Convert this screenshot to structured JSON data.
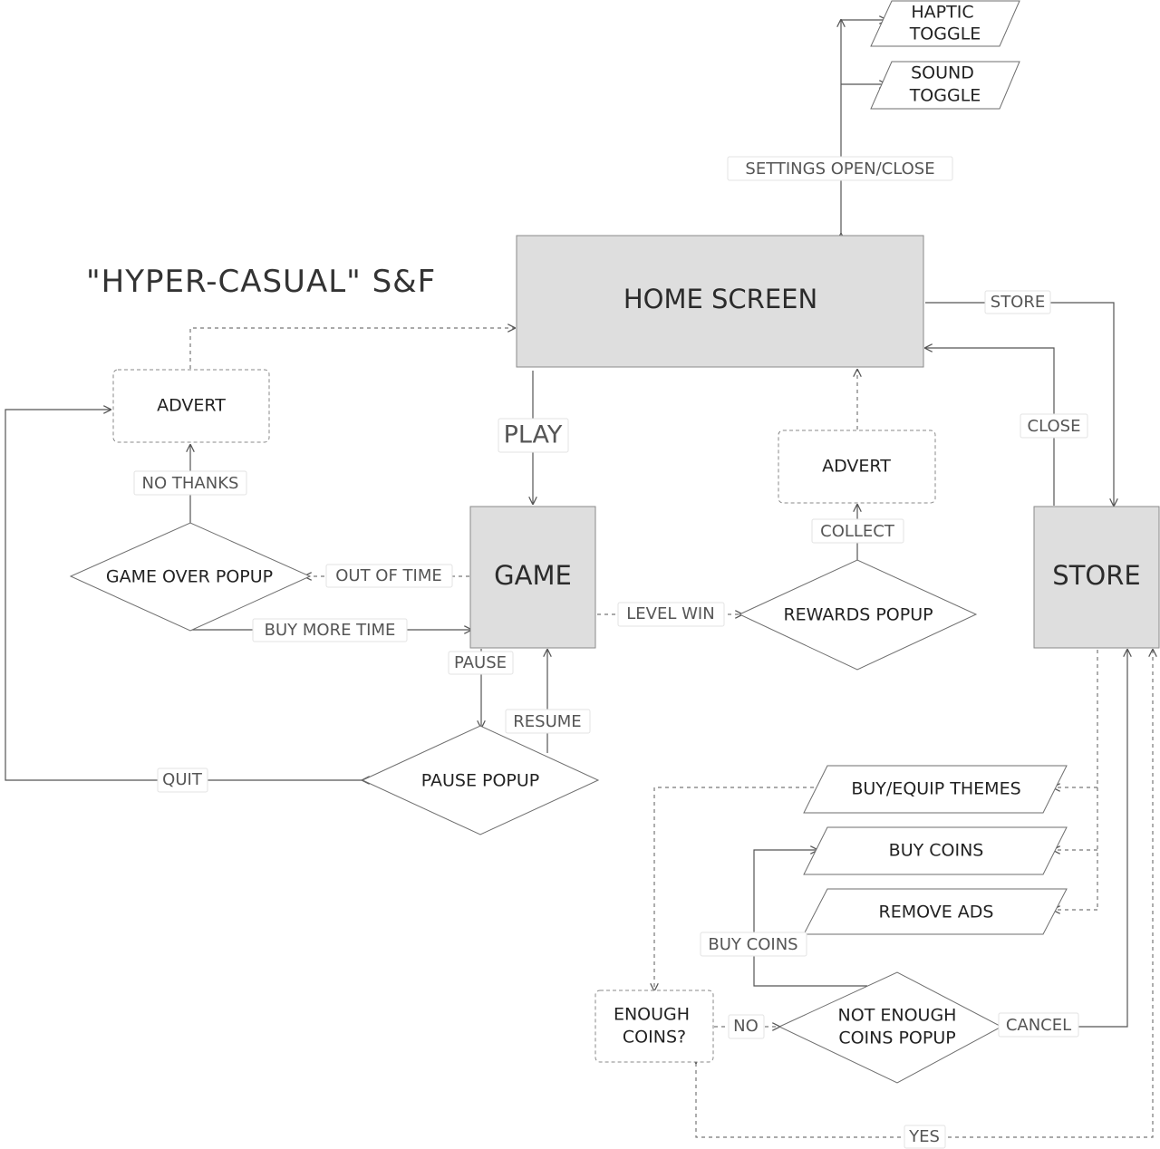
{
  "diagram_title": "\"HYPER-CASUAL\" S&F",
  "nodes": {
    "home_screen": "HOME SCREEN",
    "game": "GAME",
    "store": "STORE",
    "advert_left": "ADVERT",
    "advert_mid": "ADVERT",
    "game_over_popup": "GAME OVER POPUP",
    "rewards_popup": "REWARDS POPUP",
    "pause_popup": "PAUSE POPUP",
    "haptic_toggle": [
      "HAPTIC",
      "TOGGLE"
    ],
    "sound_toggle": [
      "SOUND",
      "TOGGLE"
    ],
    "buy_equip_themes": "BUY/EQUIP THEMES",
    "buy_coins": "BUY COINS",
    "remove_ads": "REMOVE ADS",
    "enough_coins": [
      "ENOUGH",
      "COINS?"
    ],
    "not_enough_coins_popup": [
      "NOT ENOUGH",
      "COINS POPUP"
    ]
  },
  "edge_labels": {
    "settings": "SETTINGS OPEN/CLOSE",
    "store": "STORE",
    "close": "CLOSE",
    "play": "PLAY",
    "no_thanks": "NO THANKS",
    "out_of_time": "OUT OF TIME",
    "buy_more_time": "BUY MORE TIME",
    "level_win": "LEVEL WIN",
    "collect": "COLLECT",
    "pause": "PAUSE",
    "resume": "RESUME",
    "quit": "QUIT",
    "buy_coins": "BUY COINS",
    "no": "NO",
    "cancel": "CANCEL",
    "yes": "YES"
  }
}
